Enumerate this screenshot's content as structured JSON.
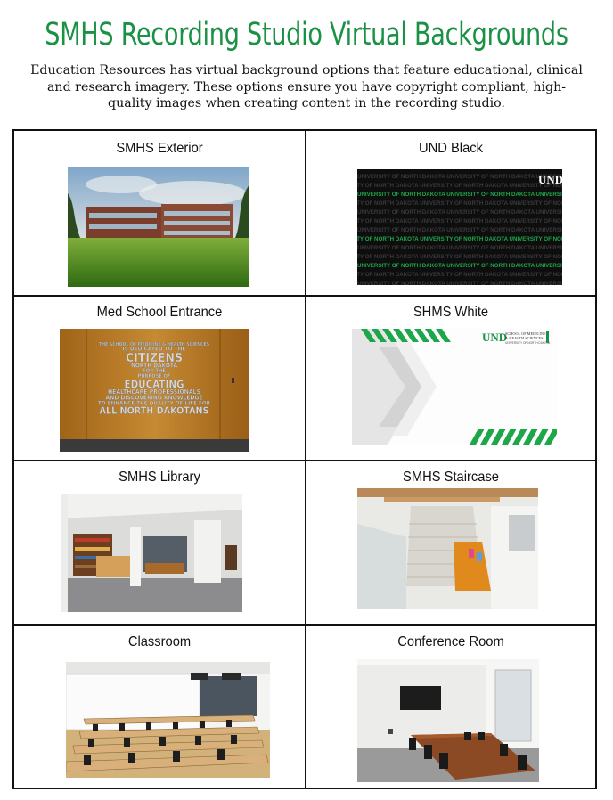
{
  "page": {
    "title": "SMHS Recording Studio Virtual Backgrounds",
    "intro": "Education Resources has virtual background options that feature educational, clinical and research imagery. These options ensure you have copyright compliant, high-quality images when creating content in the recording studio.",
    "accent_color": "#1a9144"
  },
  "backgrounds": [
    {
      "label": "SMHS Exterior"
    },
    {
      "label": "UND Black"
    },
    {
      "label": "Med School Entrance"
    },
    {
      "label": "SHMS White"
    },
    {
      "label": "SMHS Library"
    },
    {
      "label": "SMHS Staircase"
    },
    {
      "label": "Classroom"
    },
    {
      "label": "Conference Room"
    }
  ],
  "thumbnails": {
    "und_black_text": "UNIVERSITY OF NORTH DAKOTA",
    "und_logo_text": "UND",
    "entrance_wall_lines": [
      "THE SCHOOL OF MEDICINE & HEALTH SCIENCES",
      "IS DEDICATED TO THE",
      "CITIZENS",
      "NORTH DAKOTA",
      "FOR THE",
      "PURPOSE OF",
      "EDUCATING",
      "HEALTHCARE PROFESSIONALS",
      "AND DISCOVERING KNOWLEDGE",
      "TO ENHANCE THE QUALITY OF LIFE FOR",
      "ALL NORTH DAKOTANS"
    ],
    "white_logo_line1": "SCHOOL OF MEDICINE",
    "white_logo_line2": "& HEALTH SCIENCES",
    "white_logo_line3": "UNIVERSITY OF NORTH DAKOTA"
  }
}
